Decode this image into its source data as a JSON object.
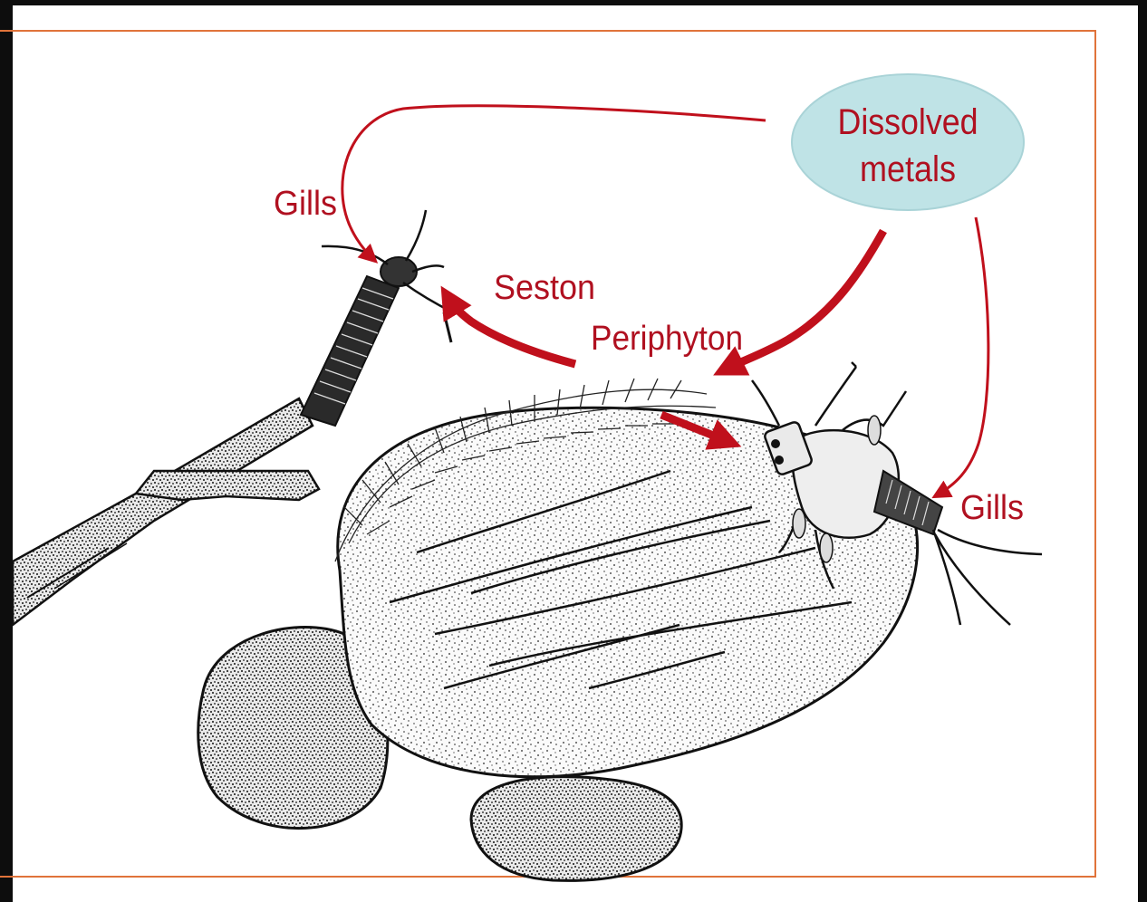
{
  "labels": {
    "dissolved_line1": "Dissolved",
    "dissolved_line2": "metals",
    "gills_left": "Gills",
    "seston": "Seston",
    "periphyton": "Periphyton",
    "gills_right": "Gills"
  },
  "colors": {
    "arrow": "#c0101c",
    "label_text": "#b01020",
    "ellipse_fill": "#bfe3e6",
    "frame": "#e0733a",
    "ink": "#1a1a1a"
  },
  "icons": {
    "caddisfly_larva": "insect-larva-icon",
    "mayfly_nymph": "insect-nymph-icon",
    "twig": "branch-icon",
    "rock": "stone-icon"
  }
}
